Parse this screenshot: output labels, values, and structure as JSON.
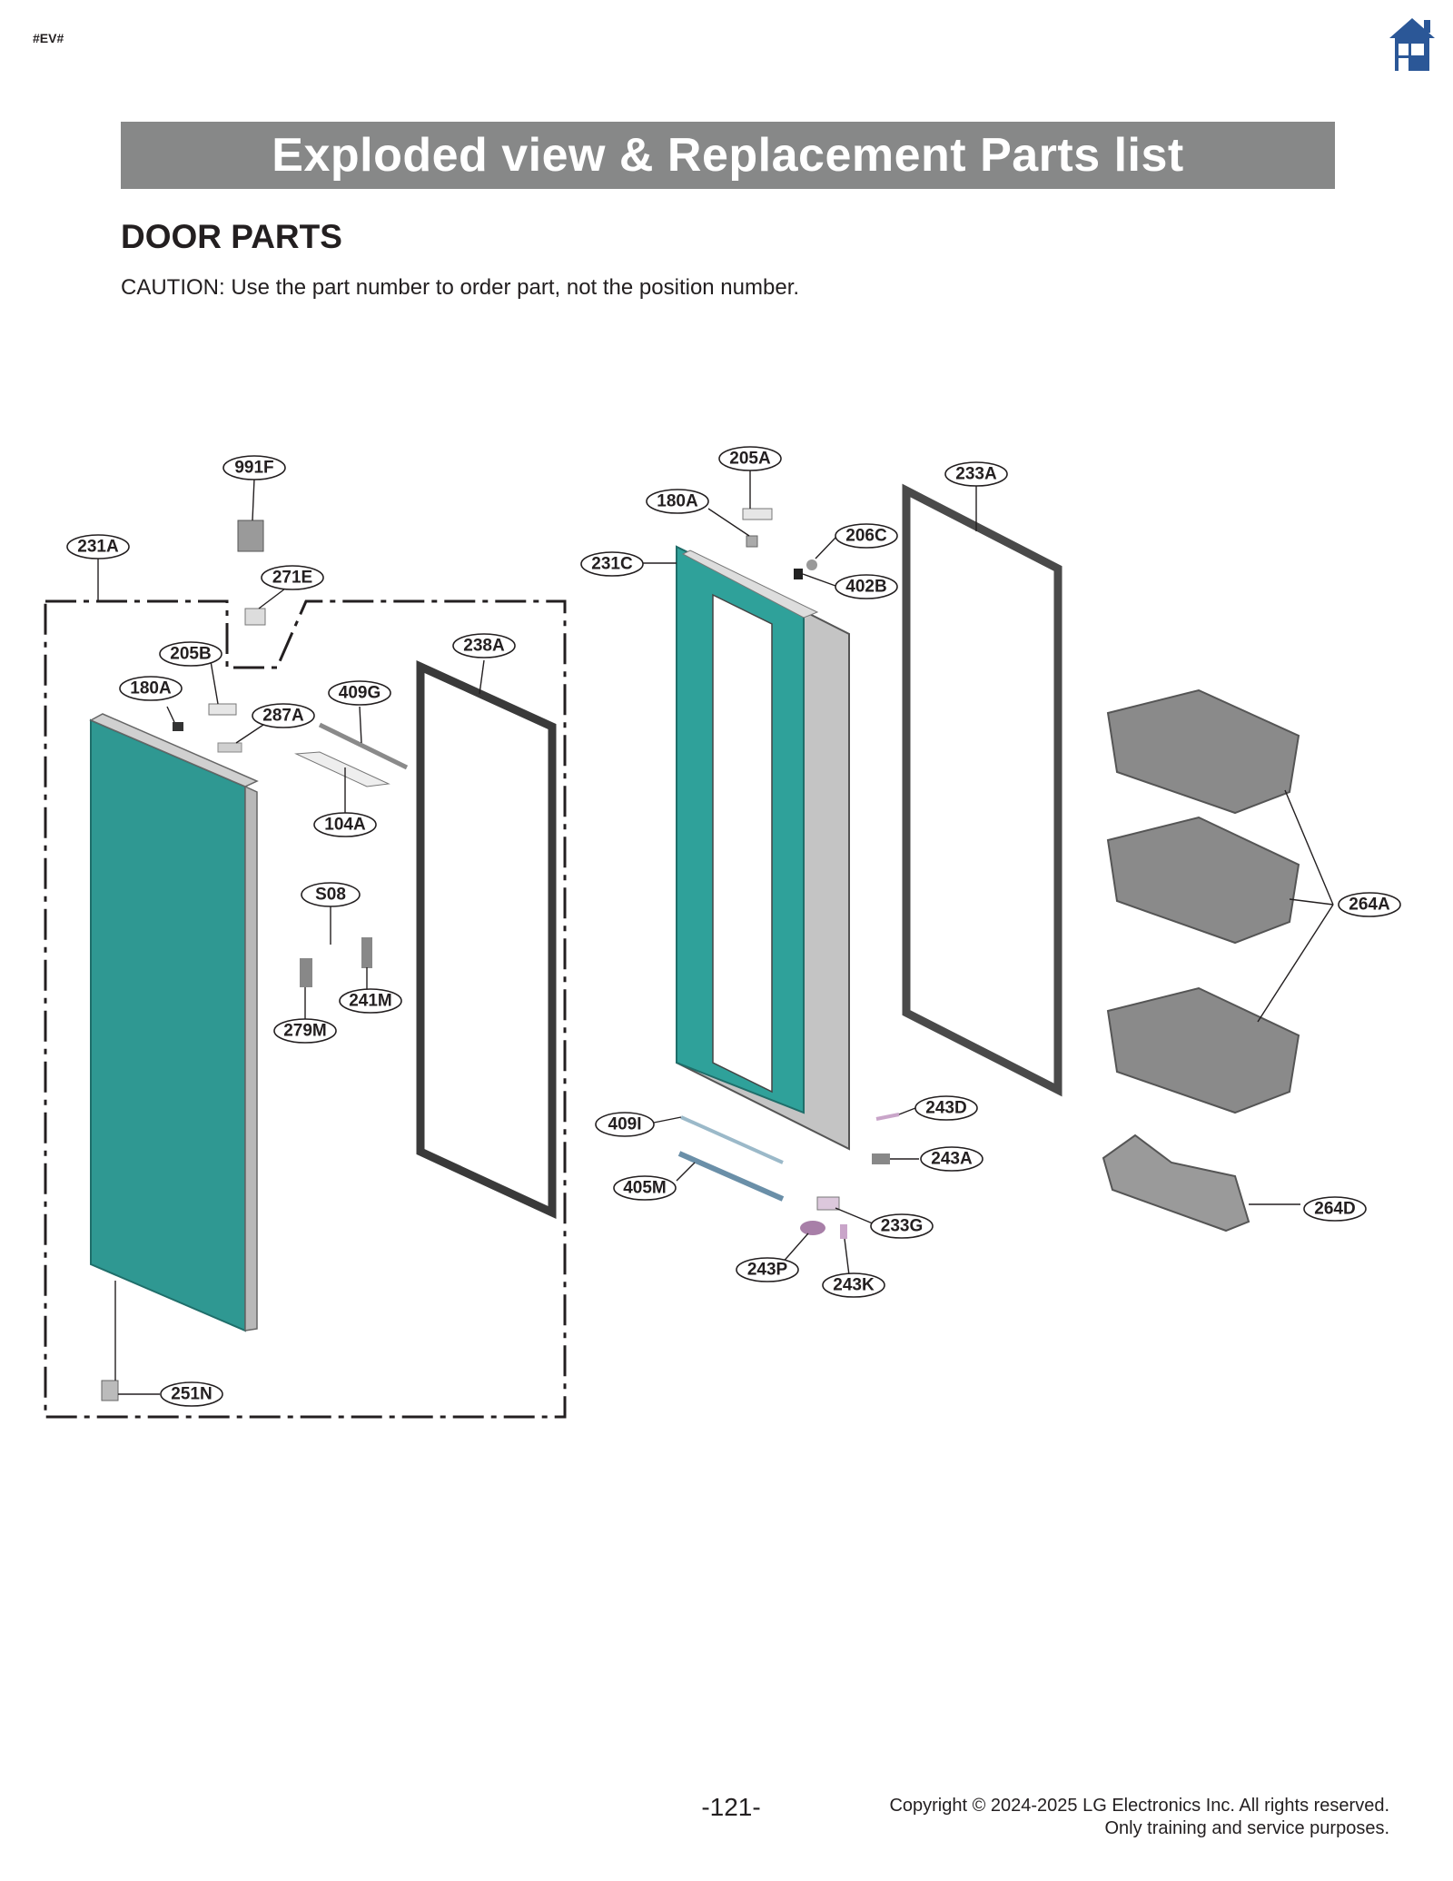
{
  "header": {
    "doc_code": "#EV#",
    "home_icon": "home-icon",
    "banner_title": "Exploded view & Replacement Parts list"
  },
  "section": {
    "title": "DOOR PARTS",
    "caution": "CAUTION: Use the part number to order part, not the position number."
  },
  "diagram": {
    "colors": {
      "door_panel": "#2f9892",
      "inner_frame": "#2fa19a",
      "gasket": "#3a3a3a",
      "bin": "#8a8a8a",
      "pink_part": "#c9a5c9"
    },
    "labels": [
      "991F",
      "231A",
      "271E",
      "205B",
      "180A",
      "409G",
      "287A",
      "238A",
      "104A",
      "S08",
      "241M",
      "279M",
      "251N",
      "205A",
      "180A",
      "233A",
      "206C",
      "231C",
      "402B",
      "243D",
      "409I",
      "243A",
      "405M",
      "233G",
      "243P",
      "243K",
      "264A",
      "264D"
    ]
  },
  "footer": {
    "page_number": "-121-",
    "copyright_line1": "Copyright © 2024-2025  LG Electronics Inc. All rights reserved.",
    "copyright_line2": "Only training and service purposes."
  }
}
